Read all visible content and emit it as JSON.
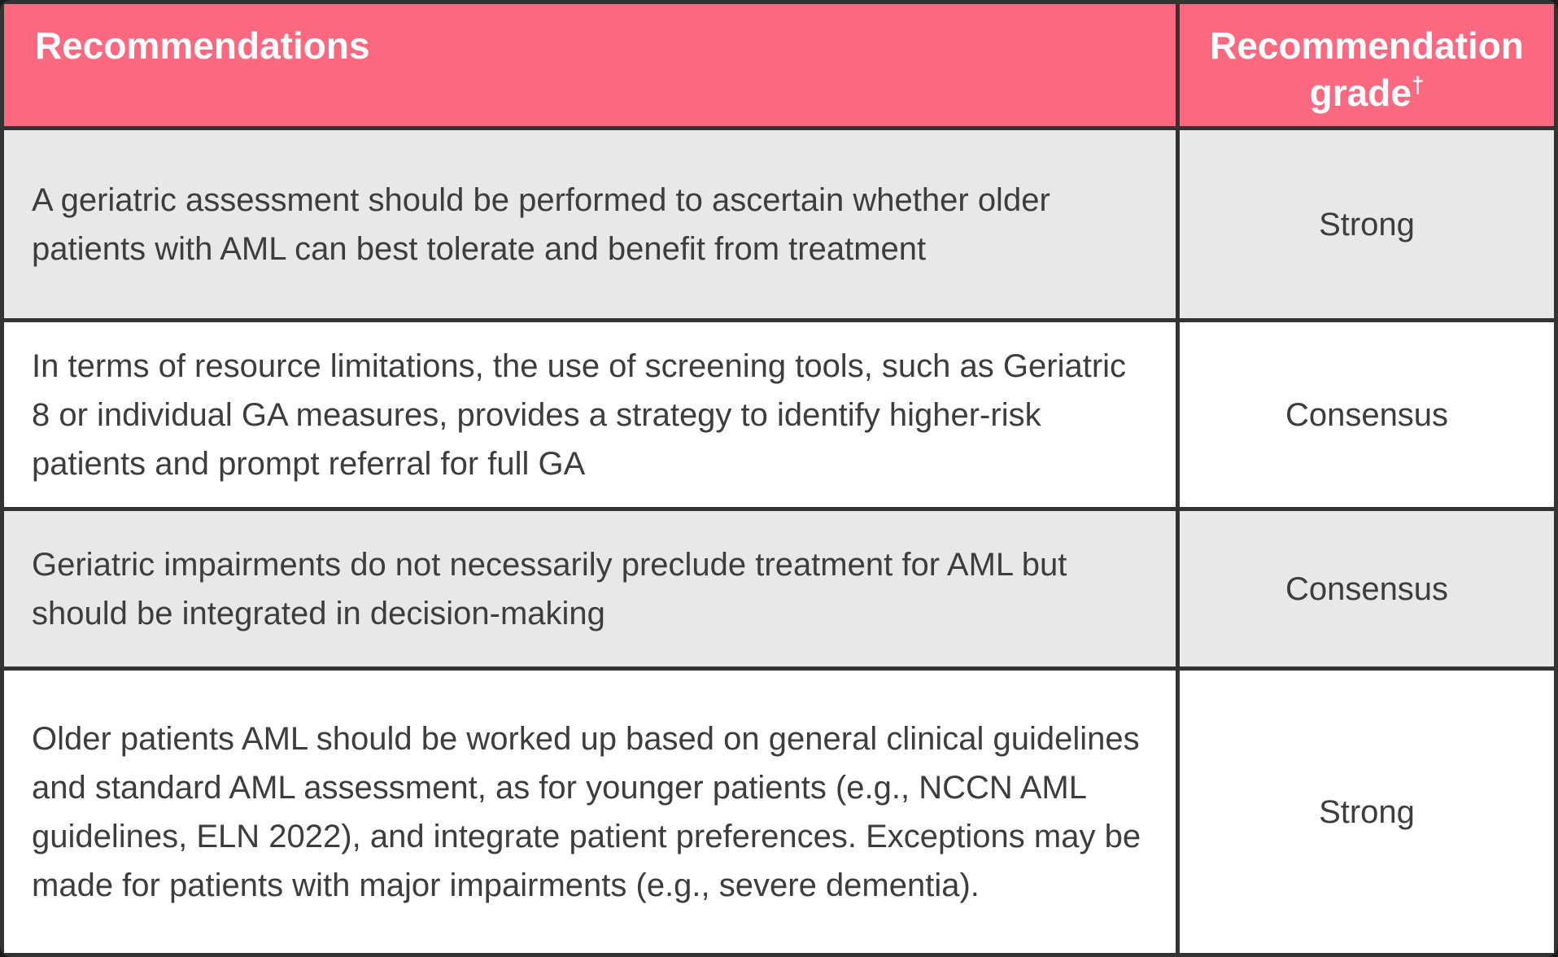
{
  "colors": {
    "header_bg": "#fa697f",
    "header_text": "#ffffff",
    "border": "#333333",
    "row_alt_bg": "#e8e8e8",
    "row_bg": "#ffffff",
    "body_text": "#3d3d3d"
  },
  "table": {
    "header": {
      "recommendations_label": "Recommendations",
      "grade_label_line1": "Recommendation",
      "grade_label_line2": "grade",
      "grade_superscript": "†"
    },
    "rows": [
      {
        "recommendation": "A geriatric assessment should be performed to ascertain whether older patients with AML can best tolerate and benefit from treatment",
        "grade": "Strong"
      },
      {
        "recommendation": "In terms of resource limitations, the use of screening tools, such as Geriatric 8 or individual GA measures, provides a strategy to identify higher-risk patients and prompt referral for full GA",
        "grade": "Consensus"
      },
      {
        "recommendation": "Geriatric impairments do not necessarily preclude treatment for AML but should be integrated in decision-making",
        "grade": "Consensus"
      },
      {
        "recommendation": "Older patients AML should be worked up based on general clinical guidelines and standard AML assessment, as for younger patients (e.g., NCCN AML guidelines, ELN 2022), and integrate patient preferences. Exceptions may be made for patients with major impairments (e.g., severe dementia).",
        "grade": "Strong"
      }
    ]
  }
}
